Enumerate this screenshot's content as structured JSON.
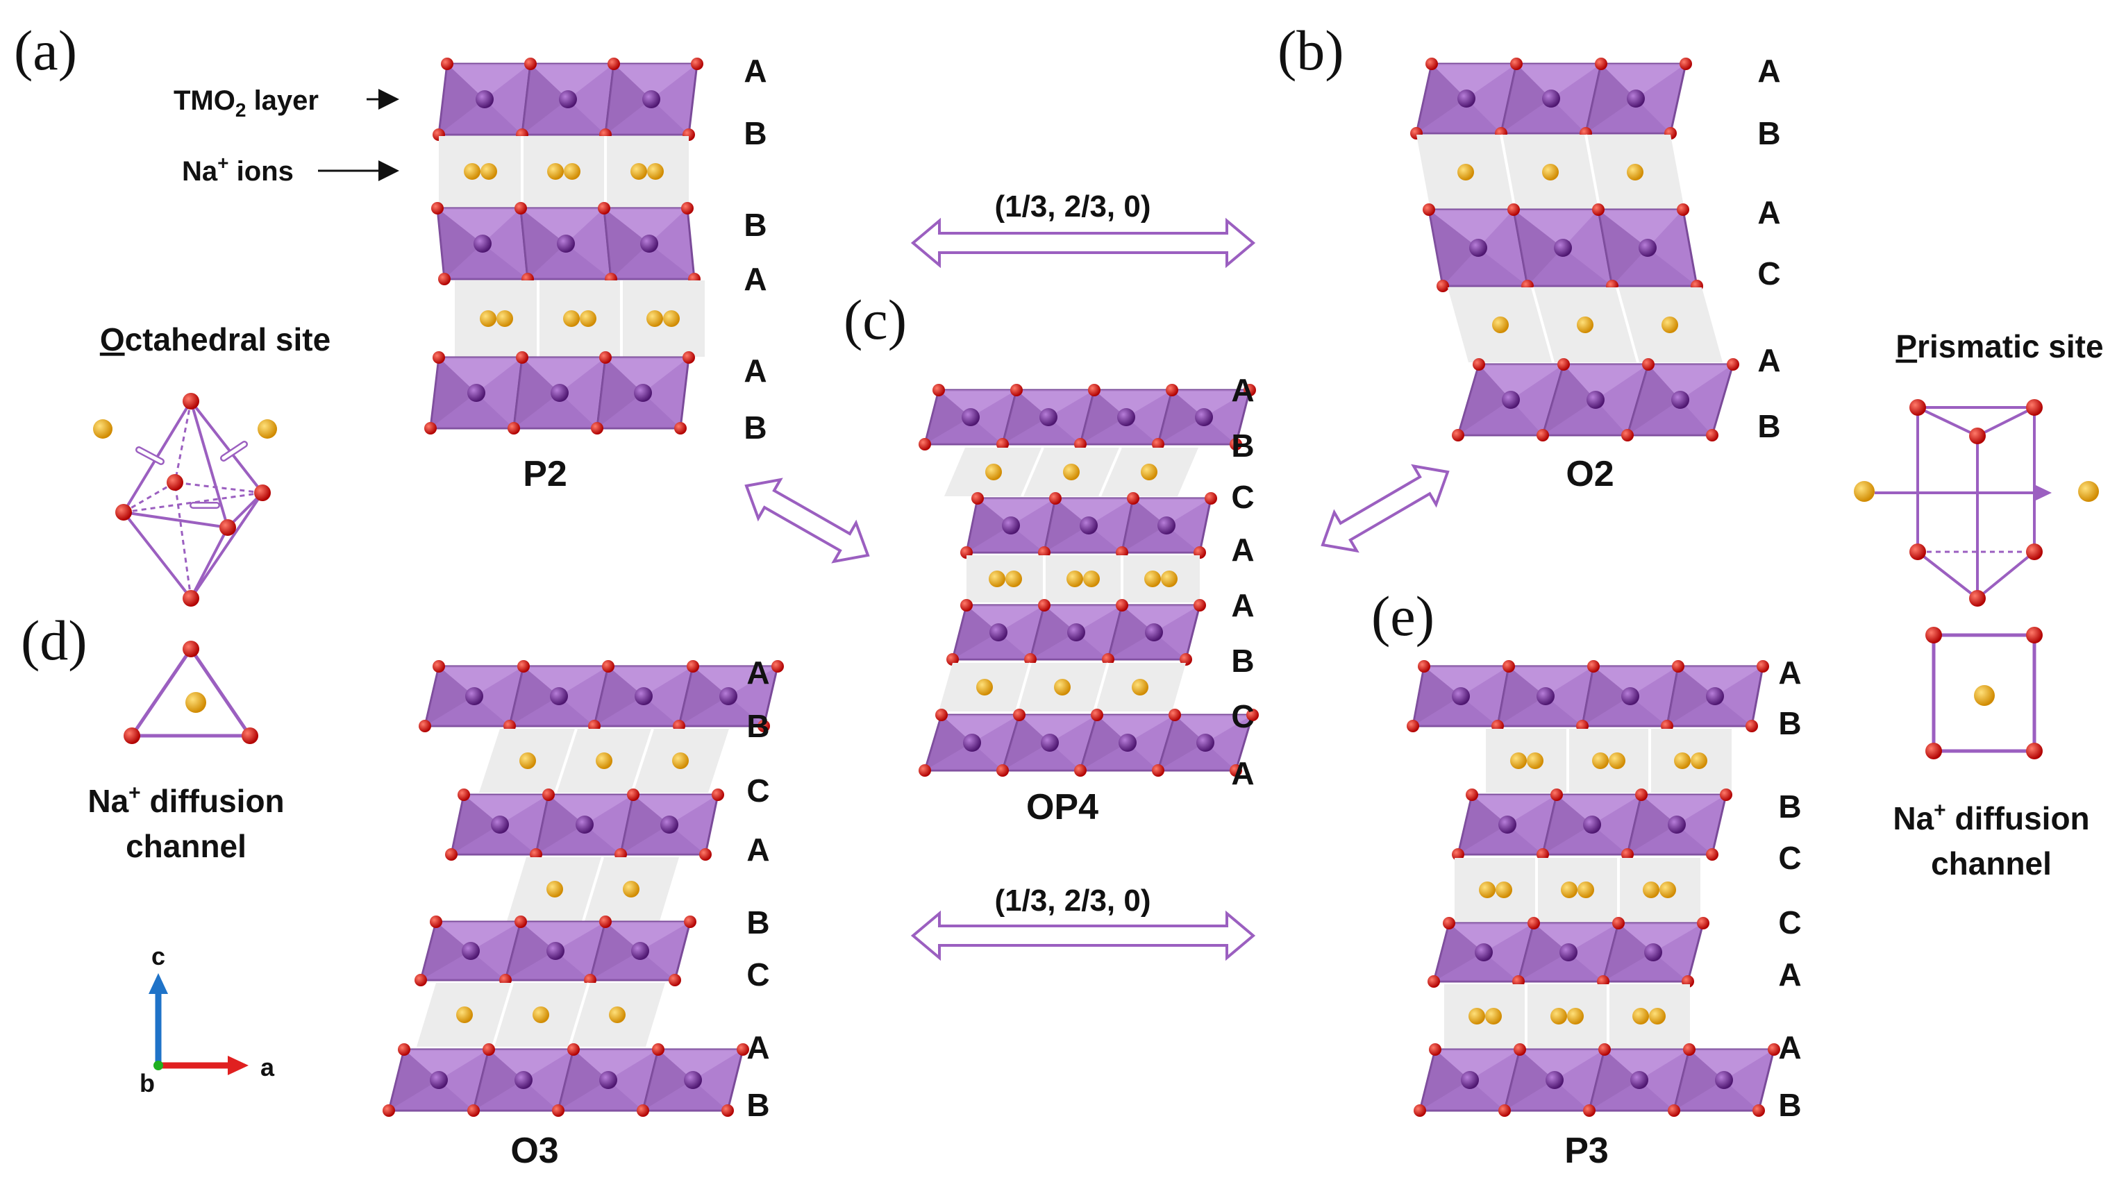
{
  "panels": {
    "a": "(a)",
    "b": "(b)",
    "c": "(c)",
    "d": "(d)",
    "e": "(e)"
  },
  "structures": {
    "p2": {
      "name": "P2",
      "stacking": [
        "A",
        "B",
        "B",
        "A",
        "A",
        "B"
      ]
    },
    "o2": {
      "name": "O2",
      "stacking": [
        "A",
        "B",
        "A",
        "C",
        "A",
        "B"
      ]
    },
    "op4": {
      "name": "OP4",
      "stacking": [
        "A",
        "B",
        "C",
        "A",
        "A",
        "B",
        "C",
        "A"
      ]
    },
    "o3": {
      "name": "O3",
      "stacking": [
        "A",
        "B",
        "C",
        "A",
        "B",
        "C",
        "A",
        "B"
      ]
    },
    "p3": {
      "name": "P3",
      "stacking": [
        "A",
        "B",
        "B",
        "C",
        "C",
        "A",
        "A",
        "B"
      ]
    }
  },
  "annotations": {
    "tmo2_prefix": "TMO",
    "tmo2_sub": "2",
    "tmo2_suffix": " layer",
    "na_ions_prefix": "Na",
    "na_ions_sup": "+",
    "na_ions_suffix": " ions"
  },
  "shift_vector_top": "(1/3, 2/3, 0)",
  "shift_vector_bottom": "(1/3, 2/3, 0)",
  "octahedral_site": {
    "initial": "O",
    "rest": "ctahedral site"
  },
  "prismatic_site": {
    "initial": "P",
    "rest": "rismatic site"
  },
  "diffusion_left": {
    "line1_prefix": "Na",
    "line1_sup": "+",
    "line1_suffix": " diffusion",
    "line2": "channel"
  },
  "diffusion_right": {
    "line1_prefix": "Na",
    "line1_sup": "+",
    "line1_suffix": " diffusion",
    "line2": "channel"
  },
  "axes": {
    "c": "c",
    "a": "a",
    "b": "b"
  },
  "colors": {
    "octahedron_fill": "#b07fd0",
    "octahedron_dark": "#8c5aab",
    "tm_atom": "#6a2d8f",
    "oxygen_atom": "#e01010",
    "na_atom": "#f2b00c",
    "interlayer": "#ececec",
    "arrow": "#9b5fc0",
    "axis_c": "#1f73c8",
    "axis_a": "#e02020",
    "axis_b": "#20b020"
  }
}
